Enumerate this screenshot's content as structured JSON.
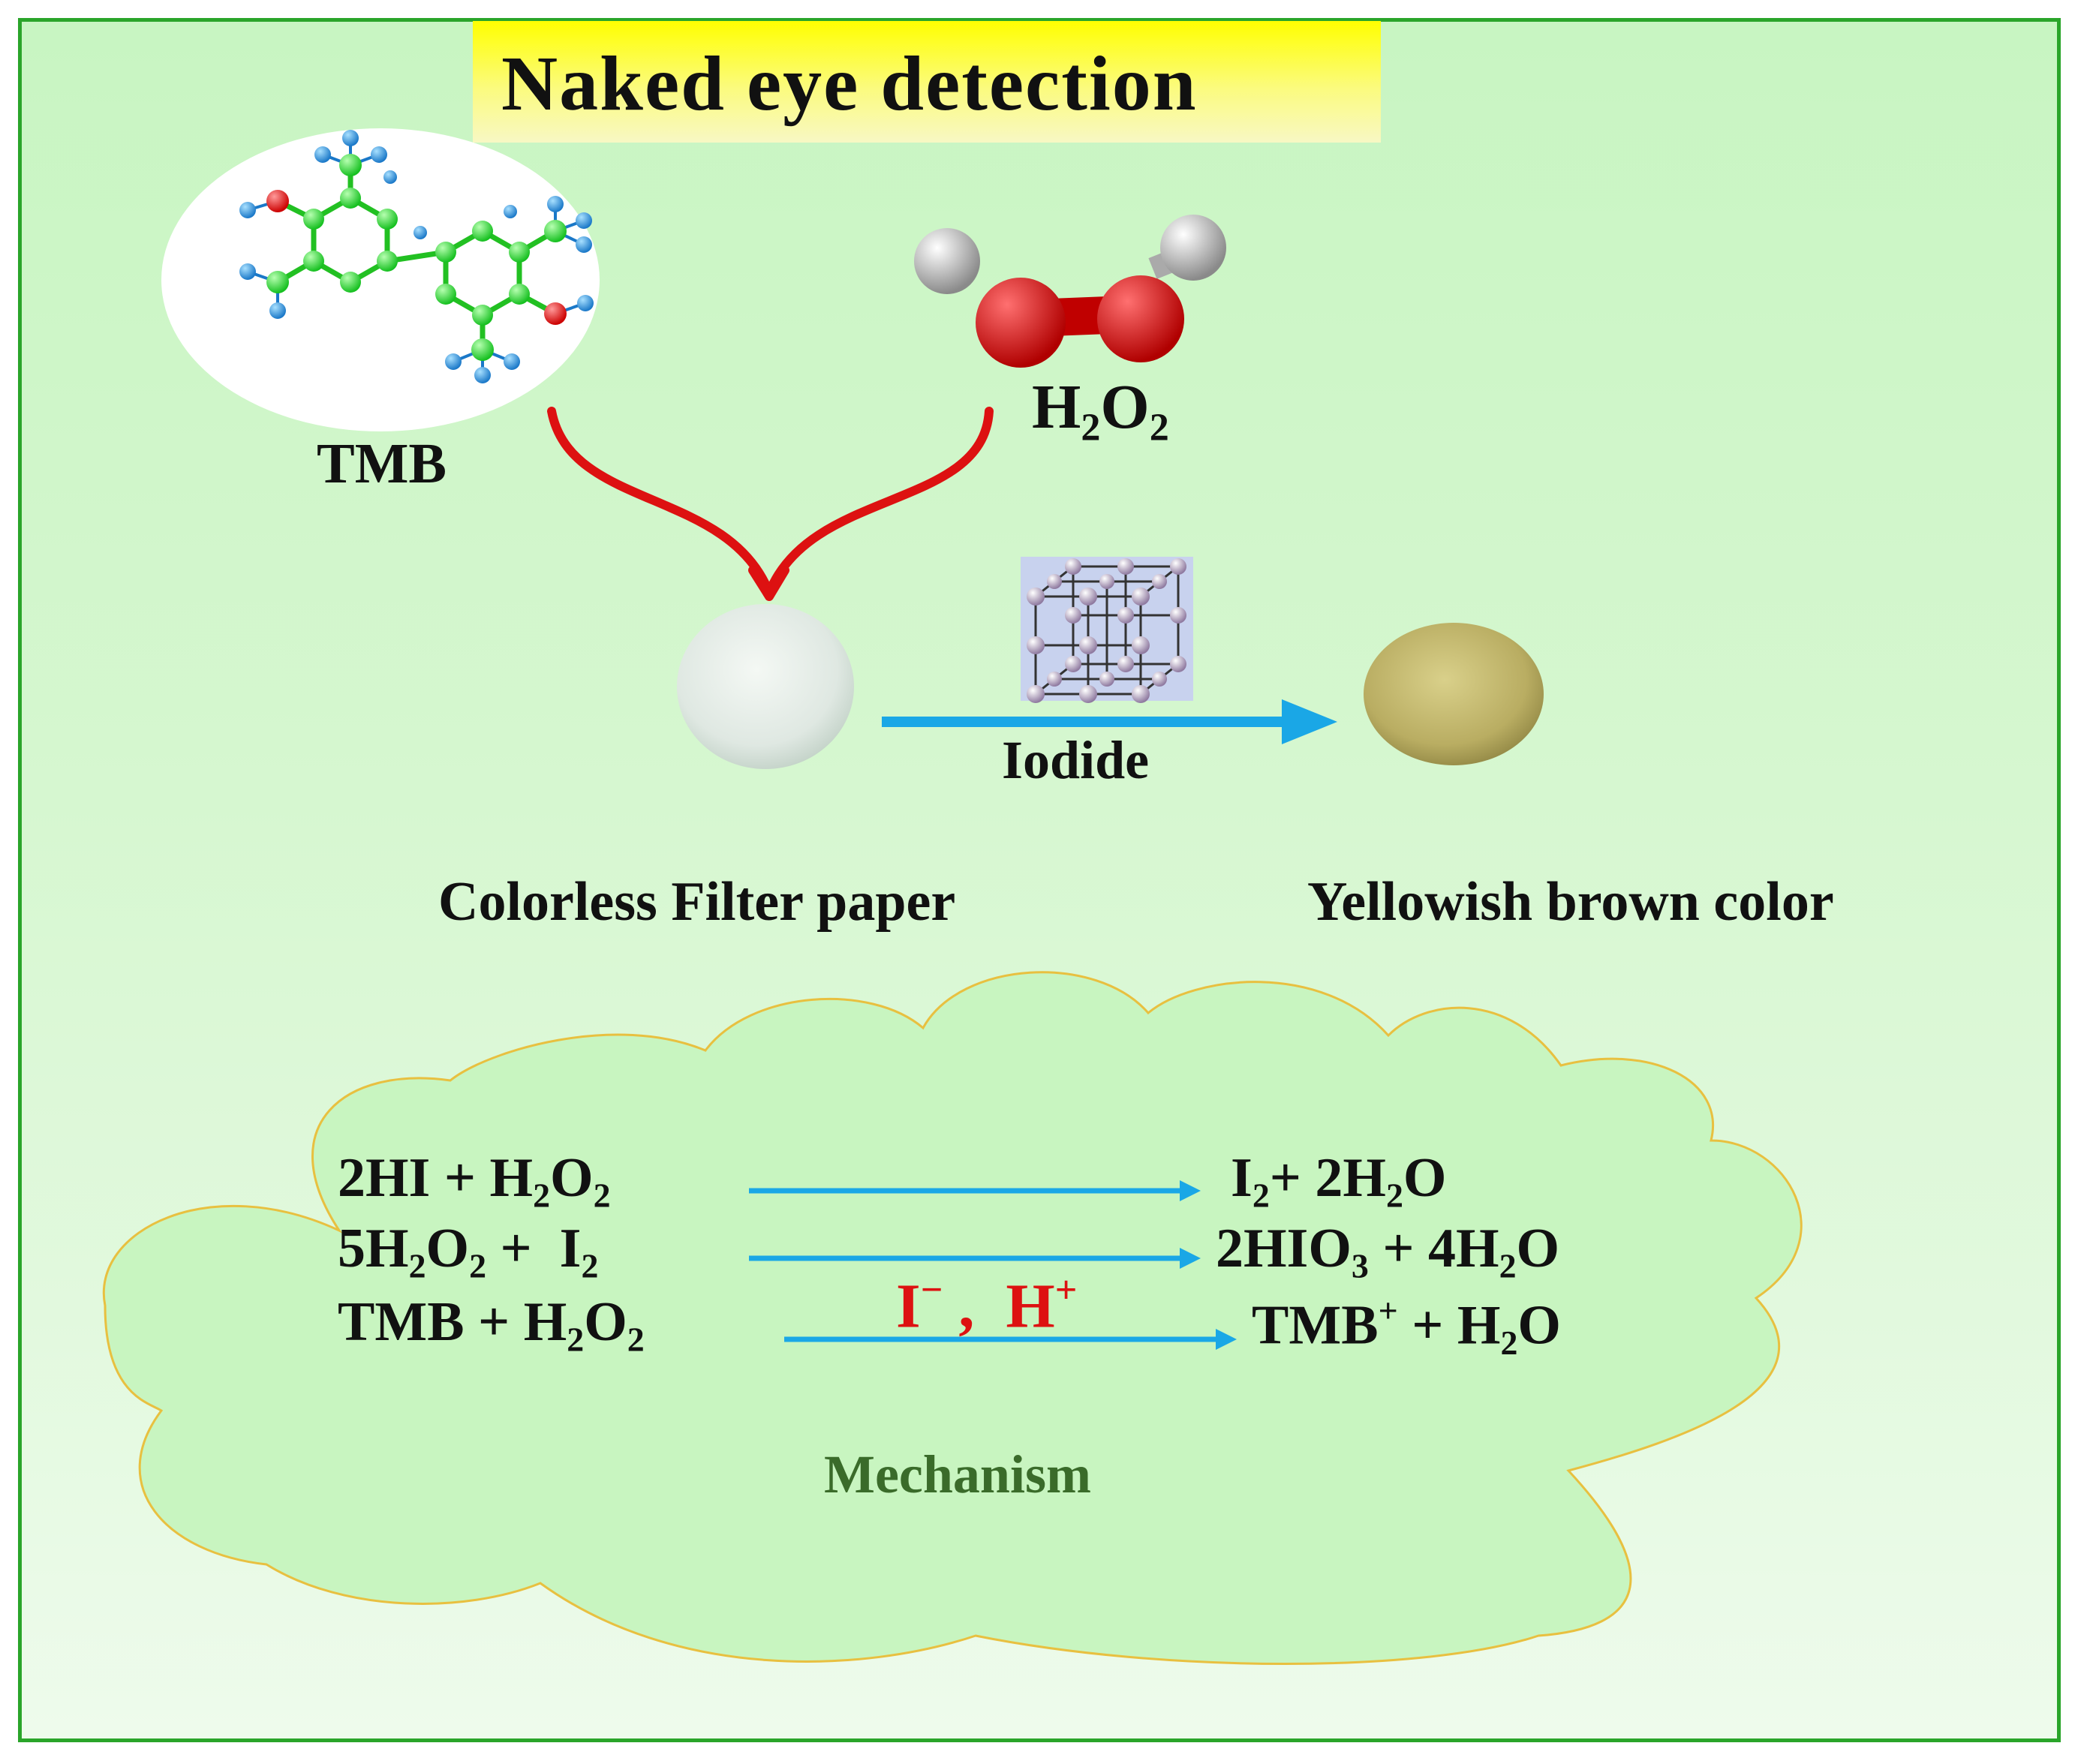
{
  "title": "Naked eye detection",
  "reactants": {
    "tmb": "TMB",
    "h2o2": {
      "main": "H",
      "sub1": "2",
      "mid": "O",
      "sub2": "2"
    }
  },
  "reagent_label": "Iodide",
  "states": {
    "before": "Colorless Filter paper",
    "after": "Yellowish brown  color"
  },
  "mechanism": {
    "label": "Mechanism",
    "catalyst": {
      "ion1": "I",
      "ion1_charge": "−",
      "separator": " ,  ",
      "ion2": "H",
      "ion2_charge": "+"
    },
    "equations": [
      {
        "left": [
          [
            "2HI + H",
            ""
          ],
          [
            "2",
            "sub"
          ],
          [
            "O",
            ""
          ],
          [
            "2",
            "sub"
          ]
        ],
        "right": [
          [
            "I",
            ""
          ],
          [
            "2",
            "sub"
          ],
          [
            "+ 2H",
            ""
          ],
          [
            "2",
            "sub"
          ],
          [
            "O",
            ""
          ]
        ]
      },
      {
        "left": [
          [
            "5H",
            ""
          ],
          [
            "2",
            "sub"
          ],
          [
            "O",
            ""
          ],
          [
            "2",
            "sub"
          ],
          [
            " +  I",
            ""
          ],
          [
            "2",
            "sub"
          ]
        ],
        "right": [
          [
            "2HIO",
            ""
          ],
          [
            "3",
            "sub"
          ],
          [
            " + 4H",
            ""
          ],
          [
            "2",
            "sub"
          ],
          [
            "O",
            ""
          ]
        ]
      },
      {
        "left": [
          [
            "TMB + H",
            ""
          ],
          [
            "2",
            "sub"
          ],
          [
            "O",
            ""
          ],
          [
            "2",
            "sub"
          ]
        ],
        "right": [
          [
            "TMB",
            ""
          ],
          [
            "+",
            "sup"
          ],
          [
            " + H",
            ""
          ],
          [
            "2",
            "sub"
          ],
          [
            "O",
            ""
          ]
        ]
      }
    ]
  },
  "colors": {
    "frame": "#2aa52a",
    "banner": "#ffff00",
    "red_arrow": "#dd1111",
    "blue_arrow": "#1aa7e6",
    "cloud_fill": "#c8f5c0",
    "cloud_stroke": "#e8c040",
    "filter_colorless": "#dfe8e2",
    "filter_yellowish": "#b9ad62",
    "mechanism_text": "#3a6b2a"
  },
  "icons": [
    "tmb-molecule-icon",
    "h2o2-molecule-icon",
    "iodide-crystal-lattice-icon"
  ]
}
